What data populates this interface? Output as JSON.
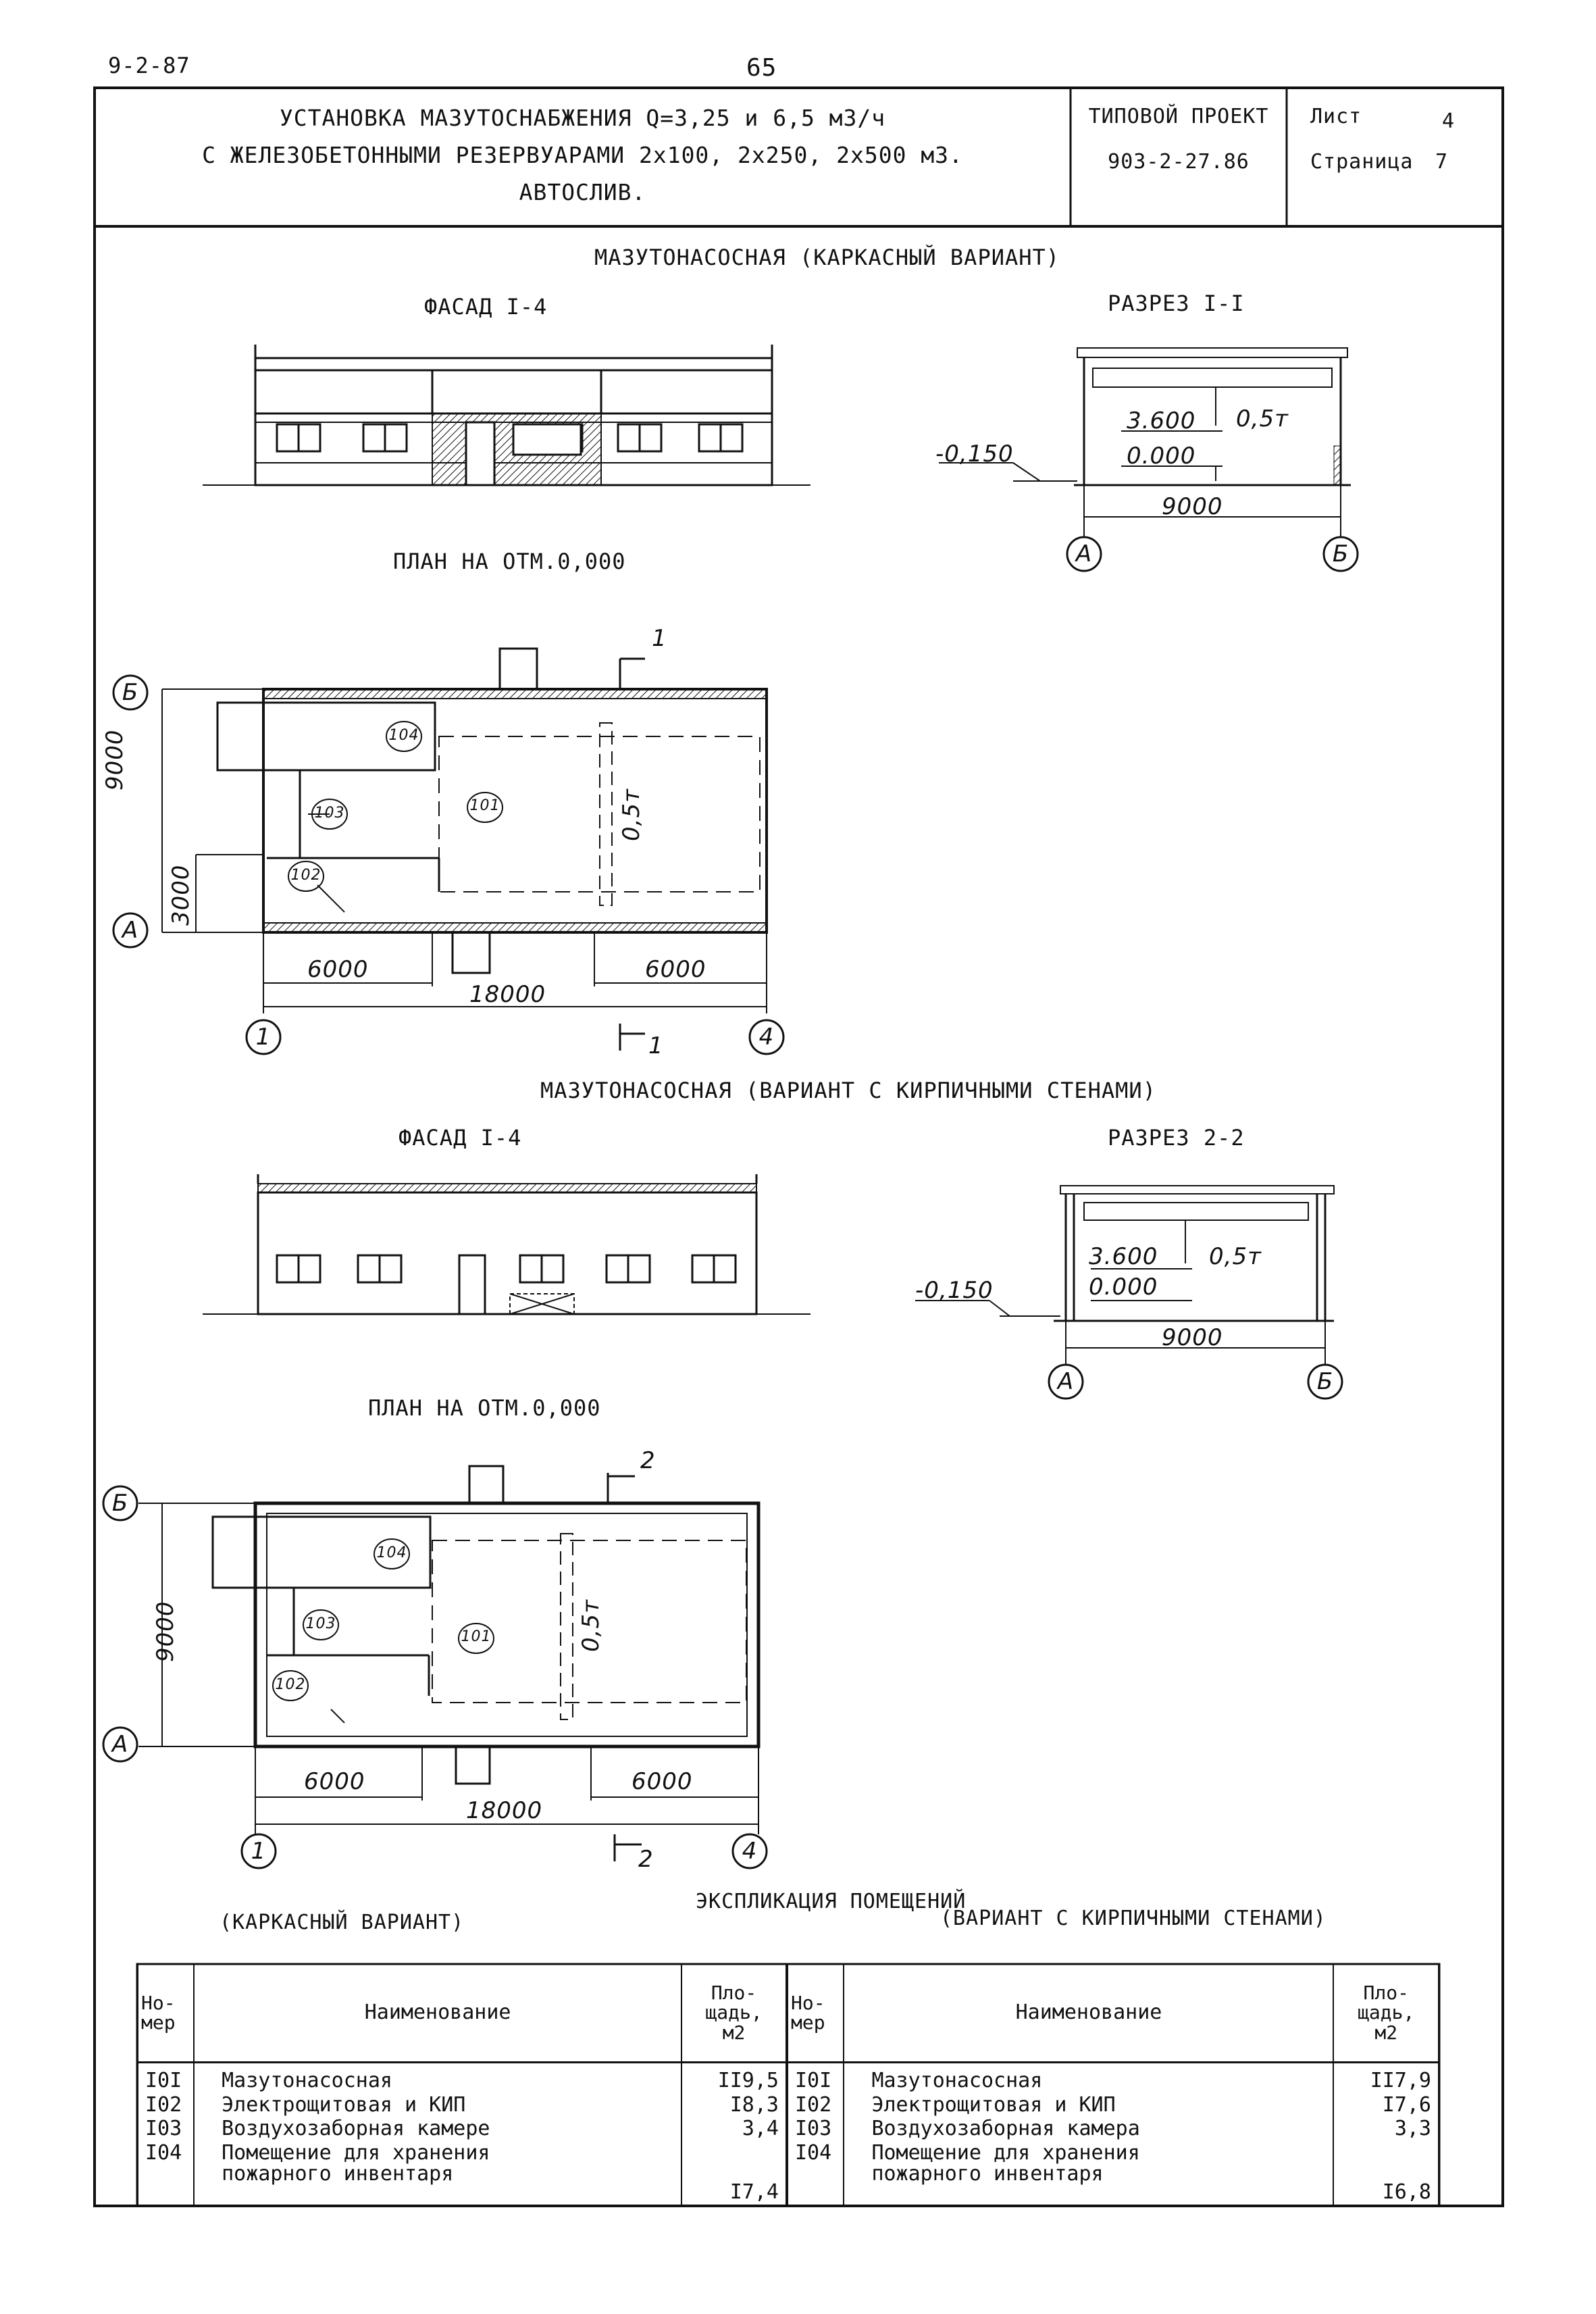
{
  "page": {
    "doc_code": "9-2-87",
    "page_number": "65"
  },
  "title_block": {
    "title_line1": "УСТАНОВКА МАЗУТОСНАБЖЕНИЯ Q=3,25 и 6,5 м3/ч",
    "title_line2": "С ЖЕЛЕЗОБЕТОННЫМИ РЕЗЕРВУАРАМИ 2х100, 2х250, 2х500 м3.",
    "title_line3": "АВТОСЛИВ.",
    "project_label": "ТИПОВОЙ ПРОЕКТ",
    "project_number": "903-2-27.86",
    "sheet_label": "Лист",
    "sheet_number": "4",
    "page_label": "Страница",
    "page_value": "7"
  },
  "frame_variant": {
    "heading": "МАЗУТОНАСОСНАЯ (КАРКАСНЫЙ ВАРИАНТ)",
    "facade_title": "ФАСАД I-4",
    "section_title": "РАЗРЕЗ I-I",
    "plan_title": "ПЛАН НА ОТМ.0,000",
    "section_dims": {
      "height": "3.600",
      "crane": "0,5т",
      "zero": "0.000",
      "ground": "-0,150",
      "span": "9000",
      "axis_a": "А",
      "axis_b": "Б"
    },
    "plan_dims": {
      "width": "9000",
      "room102": "3000",
      "left": "6000",
      "total": "18000",
      "right": "6000",
      "cut": "1",
      "crane": "0,5т"
    },
    "axes": {
      "a": "А",
      "b": "Б",
      "one": "1",
      "four": "4"
    },
    "rooms": [
      "101",
      "102",
      "103",
      "104"
    ]
  },
  "brick_variant": {
    "heading": "МАЗУТОНАСОСНАЯ (ВАРИАНТ С КИРПИЧНЫМИ  СТЕНАМИ)",
    "facade_title": "ФАСАД I-4",
    "section_title": "РАЗРЕЗ 2-2",
    "plan_title": "ПЛАН НА ОТМ.0,000",
    "section_dims": {
      "height": "3.600",
      "crane": "0,5т",
      "zero": "0.000",
      "ground": "-0,150",
      "span": "9000",
      "axis_a": "А",
      "axis_b": "Б"
    },
    "plan_dims": {
      "width": "9000",
      "left": "6000",
      "total": "18000",
      "right": "6000",
      "cut": "2",
      "crane": "0,5т"
    },
    "axes": {
      "a": "А",
      "b": "Б",
      "one": "1",
      "four": "4"
    },
    "rooms": [
      "101",
      "102",
      "103",
      "104"
    ]
  },
  "explication": {
    "title": "ЭКСПЛИКАЦИЯ ПОМЕЩЕНИЙ",
    "left_caption": "(КАРКАСНЫЙ ВАРИАНТ)",
    "right_caption": "(ВАРИАНТ С КИРПИЧНЫМИ СТЕНАМИ)",
    "headers": {
      "number": "Но-\nмер",
      "name": "Наименование",
      "area": "Пло-\nщадь,\nм2"
    },
    "rows_left": [
      {
        "num": "I0I",
        "name": "Мазутонасосная",
        "area": "II9,5"
      },
      {
        "num": "I02",
        "name": "Электрощитовая и КИП",
        "area": "I8,3"
      },
      {
        "num": "I03",
        "name": "Воздухозаборная камере",
        "area": "3,4"
      },
      {
        "num": "I04",
        "name": "Помещение для хранения\nпожарного инвентаря",
        "area": "I7,4"
      }
    ],
    "rows_right": [
      {
        "num": "I0I",
        "name": "Мазутонасосная",
        "area": "II7,9"
      },
      {
        "num": "I02",
        "name": "Электрощитовая и КИП",
        "area": "I7,6"
      },
      {
        "num": "I03",
        "name": "Воздухозаборная камера",
        "area": "3,3"
      },
      {
        "num": "I04",
        "name": "Помещение для хранения\nпожарного инвентаря",
        "area": "I6,8"
      }
    ]
  }
}
